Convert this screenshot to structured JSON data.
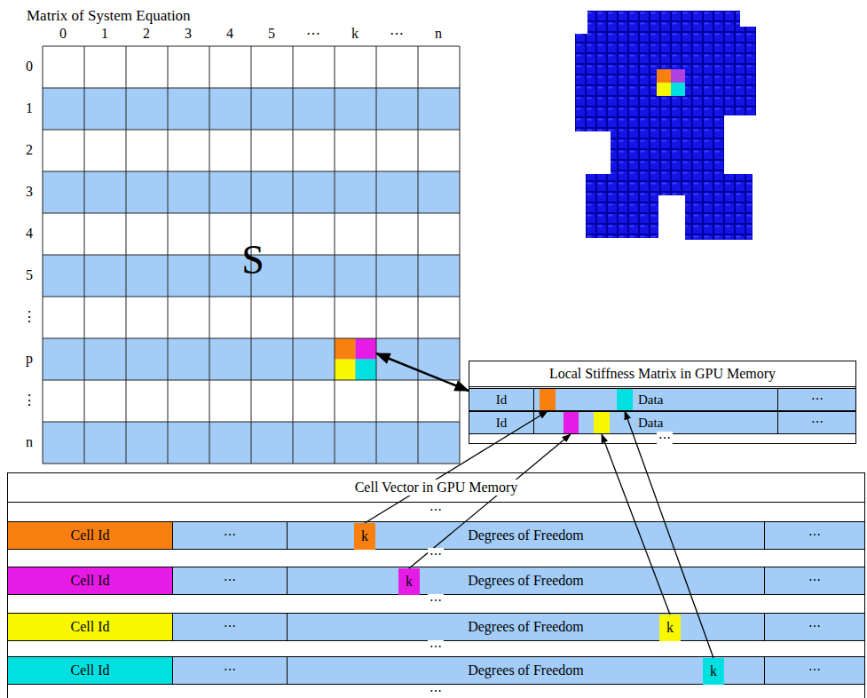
{
  "diagram": {
    "nodes": [
      {
        "text": [
          "Matrix of System Equation",
          "S"
        ]
      },
      {
        "text": [
          "Local Stiffness Matrix in GPU Memory",
          "⋯"
        ]
      },
      {
        "text": [
          "Id",
          "Data",
          "⋯"
        ],
        "in": 1
      },
      {
        "text": [
          "Id",
          "Data",
          "⋯"
        ],
        "in": 1
      },
      {
        "text": [
          "Cell Vector in GPU Memory",
          "⋯",
          "⋯",
          "⋯",
          "⋯",
          "⋯"
        ]
      },
      {
        "text": [
          "Cell Id",
          "⋯",
          "Degrees of Freedom",
          "⋯"
        ],
        "in": 4
      },
      {
        "text": [
          "k"
        ],
        "in": 5
      },
      {
        "text": [
          "Cell Id",
          "⋯",
          "Degrees of Freedom",
          "⋯"
        ],
        "in": 4
      },
      {
        "text": [
          "k"
        ],
        "in": 7
      },
      {
        "text": [
          "Cell Id",
          "⋯",
          "Degrees of Freedom",
          "⋯"
        ],
        "in": 4
      },
      {
        "text": [
          "k"
        ],
        "in": 9
      },
      {
        "text": [
          "Cell Id",
          "⋯",
          "Degrees of Freedom",
          "⋯"
        ],
        "in": 4
      },
      {
        "text": [
          "k"
        ],
        "in": 11
      }
    ],
    "edges": [
      {
        "from": 0,
        "to": 1,
        "arrow": "both"
      },
      {
        "from": 6,
        "to": 2,
        "arrow": "to"
      },
      {
        "from": 8,
        "to": 3,
        "arrow": "to"
      },
      {
        "from": 10,
        "to": 3,
        "arrow": "to"
      },
      {
        "from": 12,
        "to": 2,
        "arrow": "to"
      }
    ],
    "labels": [
      "0",
      "1",
      "2",
      "3",
      "4",
      "5",
      "⋯",
      "k",
      "⋯",
      "n",
      "0",
      "1",
      "2",
      "3",
      "4",
      "5",
      "⋮",
      "p",
      "⋮",
      "n"
    ]
  }
}
